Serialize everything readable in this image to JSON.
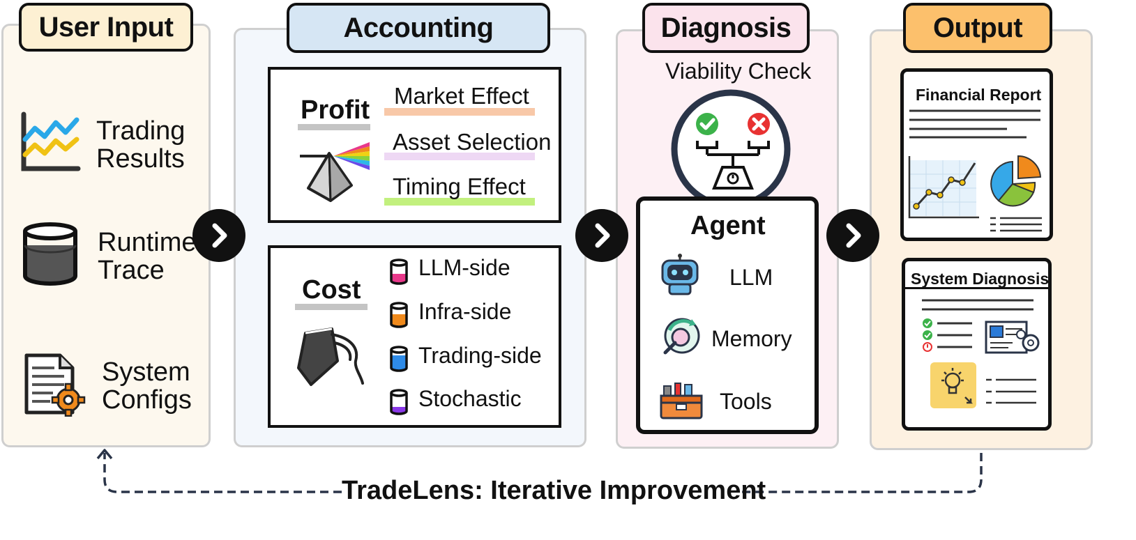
{
  "user_input": {
    "title": "User Input",
    "items": [
      {
        "label_line1": "Trading",
        "label_line2": "Results",
        "icon": "line-chart-icon"
      },
      {
        "label_line1": "Runtime",
        "label_line2": "Trace",
        "icon": "database-cylinder-icon"
      },
      {
        "label_line1": "System",
        "label_line2": "Configs",
        "icon": "config-document-gear-icon"
      }
    ]
  },
  "accounting": {
    "title": "Accounting",
    "profit": {
      "heading": "Profit",
      "icon": "prism-icon",
      "effects": [
        {
          "label": "Market Effect",
          "color": "#f8c8a8"
        },
        {
          "label": "Asset Selection",
          "color": "#eed8f4"
        },
        {
          "label": "Timing Effect",
          "color": "#c2f07e"
        }
      ]
    },
    "cost": {
      "heading": "Cost",
      "icon": "pouring-pitcher-icon",
      "items": [
        {
          "label": "LLM-side",
          "color": "#e8388a"
        },
        {
          "label": "Infra-side",
          "color": "#f08a1c"
        },
        {
          "label": "Trading-side",
          "color": "#2e8be8"
        },
        {
          "label": "Stochastic",
          "color": "#8a38e8"
        }
      ]
    }
  },
  "diagnosis": {
    "title": "Diagnosis",
    "subtitle": "Viability Check",
    "check_icon": "balance-scale-icon",
    "agent": {
      "heading": "Agent",
      "items": [
        {
          "label": "LLM",
          "icon": "robot-icon"
        },
        {
          "label": "Memory",
          "icon": "brain-search-icon"
        },
        {
          "label": "Tools",
          "icon": "toolbox-icon"
        }
      ]
    }
  },
  "output": {
    "title": "Output",
    "financial_report": {
      "heading": "Financial Report"
    },
    "system_diagnosis": {
      "heading": "System Diagnosis"
    }
  },
  "loop_label": "TradeLens: Iterative Improvement",
  "colors": {
    "user_input_bg": "#fdf8ee",
    "user_input_tab": "#fdf0d3",
    "accounting_bg": "#f3f7fc",
    "accounting_tab": "#d6e6f4",
    "diagnosis_bg": "#fdf0f4",
    "diagnosis_tab": "#fbe3ec",
    "output_bg": "#fdf1e1",
    "output_tab": "#fcc06c"
  }
}
